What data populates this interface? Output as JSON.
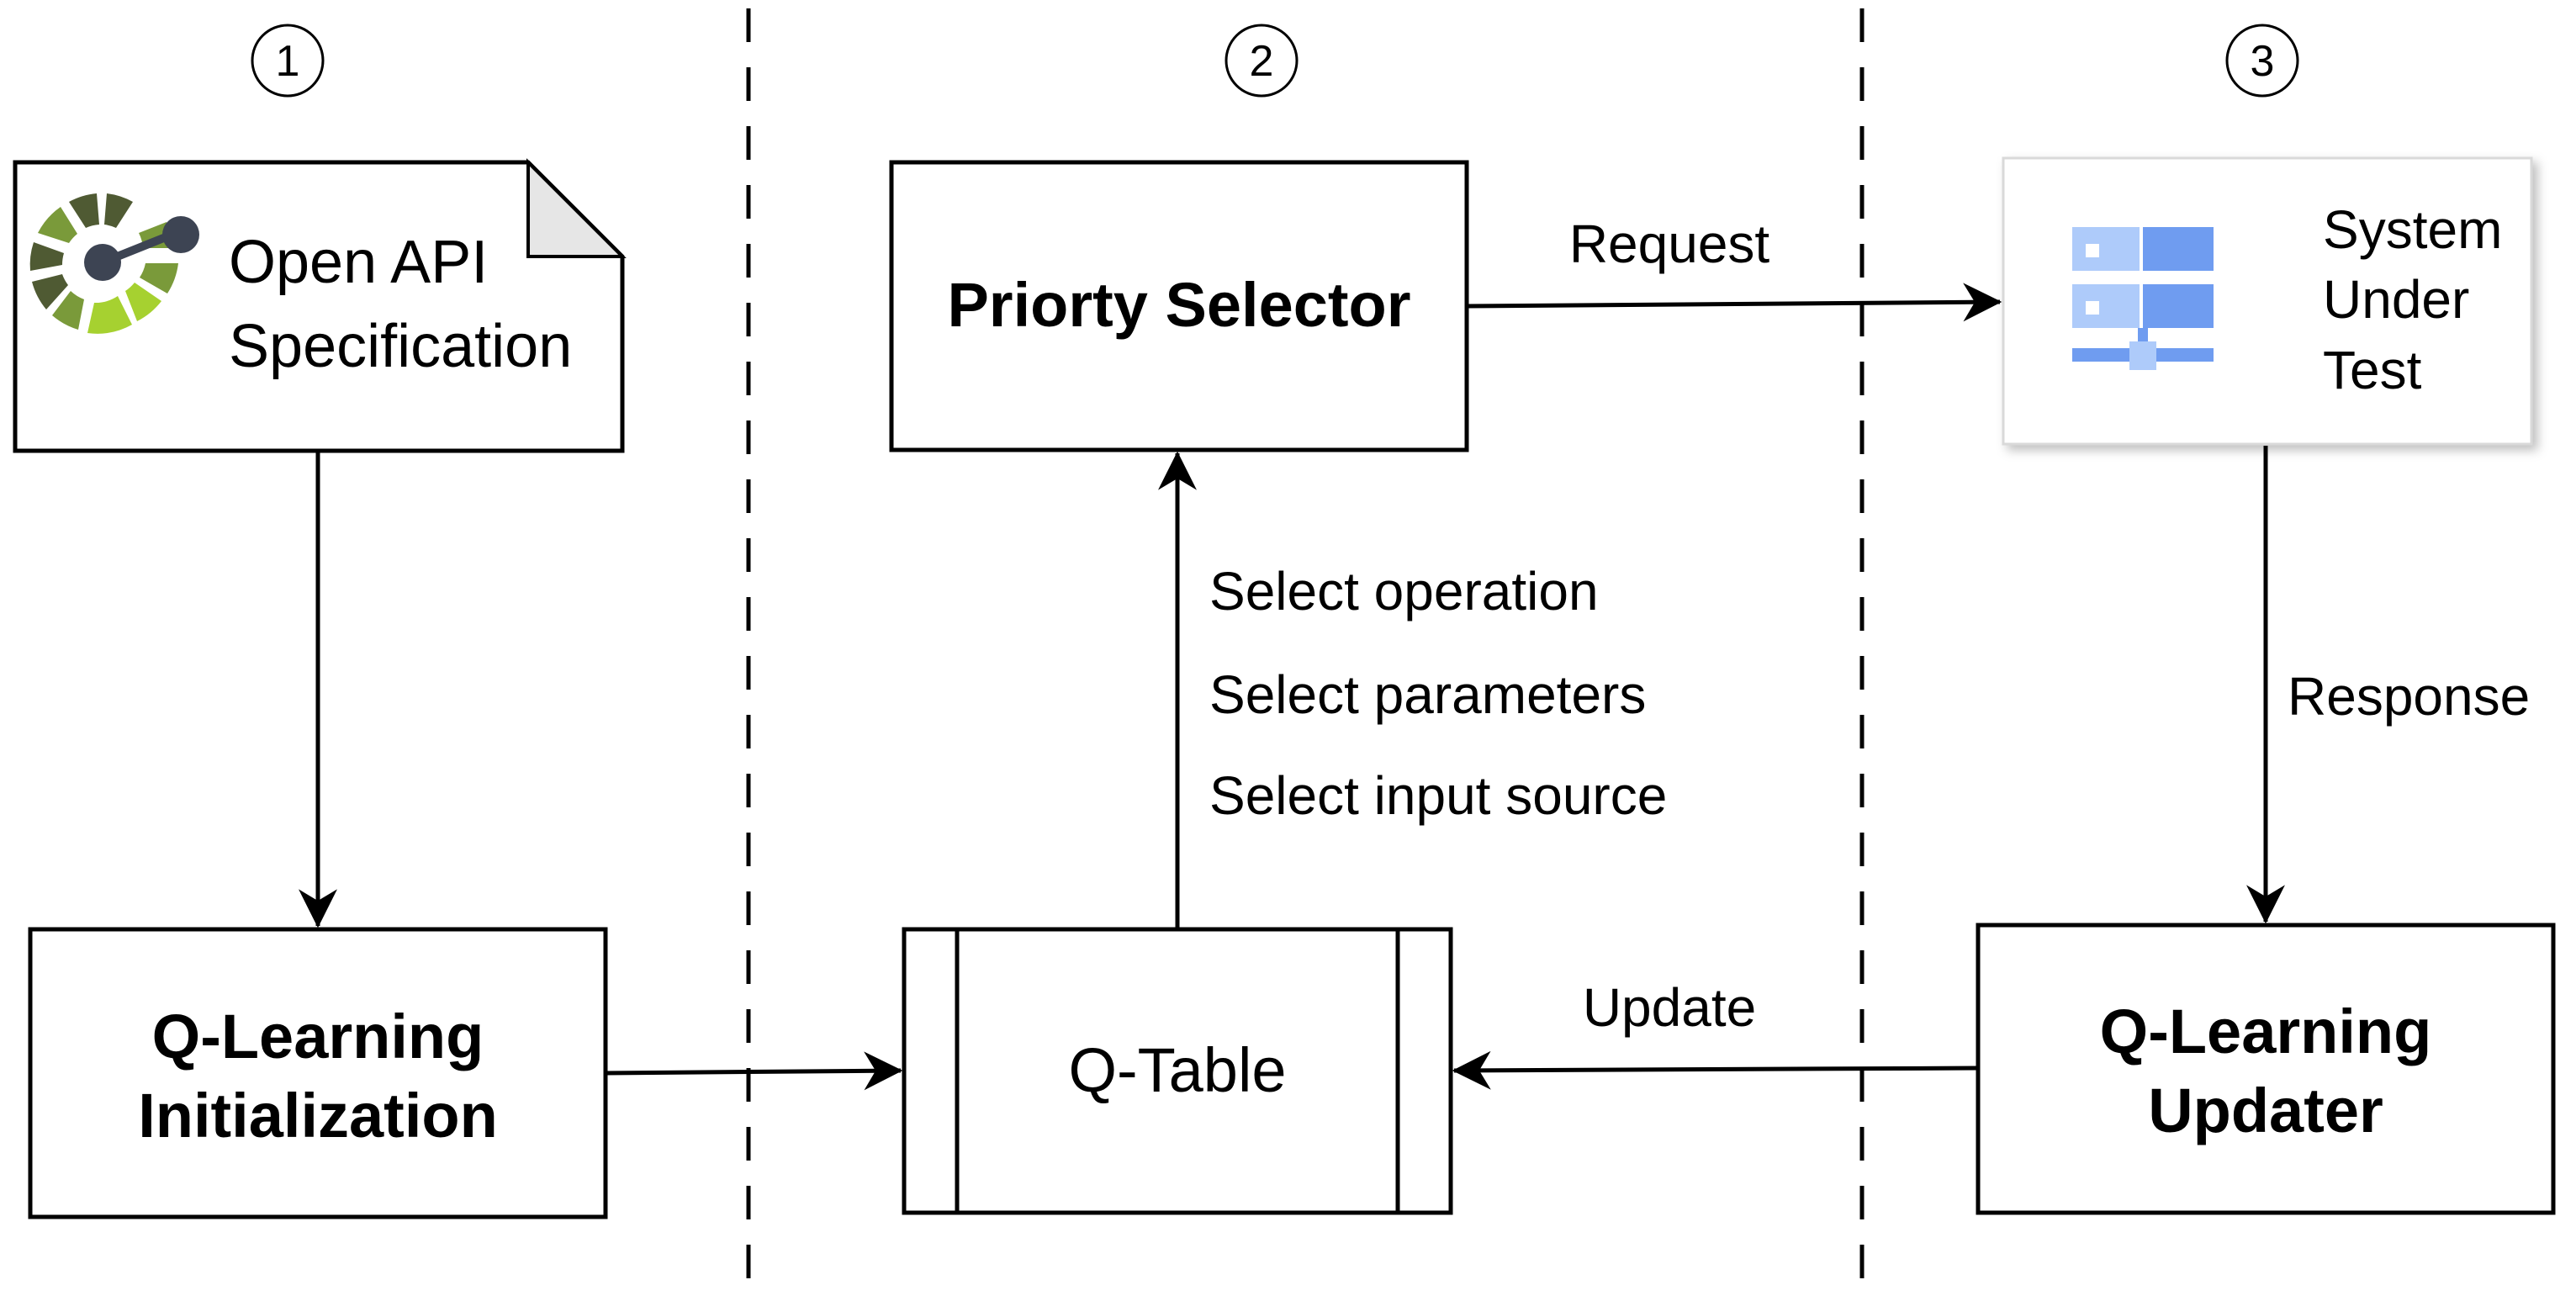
{
  "steps": {
    "step1": "1",
    "step2": "2",
    "step3": "3"
  },
  "nodes": {
    "openapi": {
      "line1": "Open API",
      "line2": "Specification",
      "icon": "openapi-logo-icon"
    },
    "selector": {
      "label": "Priorty Selector"
    },
    "sut": {
      "line1": "System",
      "line2": "Under",
      "line3": "Test",
      "icon": "server-stack-icon"
    },
    "qinit": {
      "line1": "Q-Learning",
      "line2": "Initialization"
    },
    "qtable": {
      "label": "Q-Table"
    },
    "qupdater": {
      "line1": "Q-Learning",
      "line2": "Updater"
    }
  },
  "edges": {
    "request": "Request",
    "response": "Response",
    "update": "Update",
    "select_operation": "Select operation",
    "select_parameters": "Select parameters",
    "select_input_source": "Select input source"
  },
  "colors": {
    "line": "#000000",
    "openapi_dark": "#4f5a33",
    "openapi_mid": "#7a9a3a",
    "openapi_light": "#a6d130",
    "server_dark": "#6f9cf0",
    "server_light": "#aecbfa",
    "doc_fold": "#e6e6e6"
  }
}
